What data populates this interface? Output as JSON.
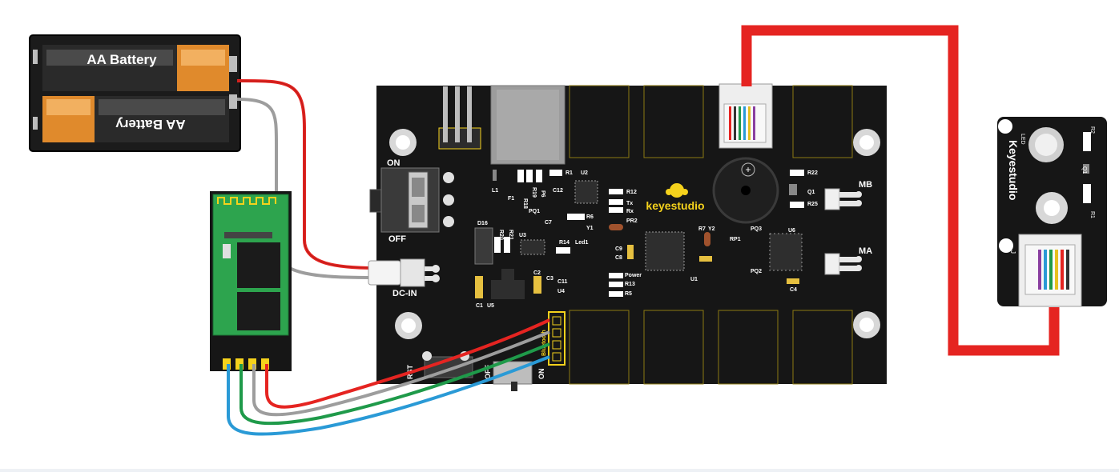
{
  "battery": {
    "label_top": "AA Battery",
    "label_bottom": "AA Battery"
  },
  "board": {
    "brand": "keyestudio",
    "switch_on": "ON",
    "switch_off": "OFF",
    "dc_in": "DC-IN",
    "motor_b": "MB",
    "motor_a": "MA",
    "bt_header": "Bluetooth",
    "reset": "RST",
    "sw2_off": "OFF",
    "sw2_on": "ON",
    "components": {
      "L1": "L1",
      "F1": "F1",
      "R1": "R1",
      "R18": "R18",
      "R19": "R19",
      "PE": "P6",
      "C12": "C12",
      "U2": "U2",
      "PQ1": "PQ1",
      "C7": "C7",
      "R12": "R12",
      "Tx": "Tx",
      "Rx": "Rx",
      "PR2": "PR2",
      "R6": "R6",
      "Y1": "Y1",
      "D16": "D16",
      "R20": "R20",
      "R21": "R21",
      "U3": "U3",
      "R14": "R14",
      "Led1": "Led1",
      "C9": "C9",
      "C8": "C8",
      "Power": "Power",
      "R13": "R13",
      "R5": "R5",
      "C2": "C2",
      "C3": "C3",
      "C11": "C11",
      "U4": "U4",
      "C1": "C1",
      "U5": "U5",
      "U1": "U1",
      "R7": "R7",
      "Y2": "Y2",
      "RP1": "RP1",
      "PQ3": "PQ3",
      "PQ2": "PQ2",
      "U6": "U6",
      "C4": "C4",
      "R22": "R22",
      "Q1": "Q1",
      "R25": "R25"
    }
  },
  "led_module": {
    "brand": "Keyestudio",
    "led": "LED",
    "r1": "R1",
    "r2": "R2",
    "q1": "Q1",
    "j": "J"
  },
  "colors": {
    "red_wire": "#e52421",
    "grey_wire": "#9d9d9d",
    "green_wire": "#1f9a4a",
    "blue_wire": "#2a9ad6",
    "board_black": "#161616",
    "pad_yellow": "#f5d21c",
    "bt_green": "#2da44e"
  }
}
